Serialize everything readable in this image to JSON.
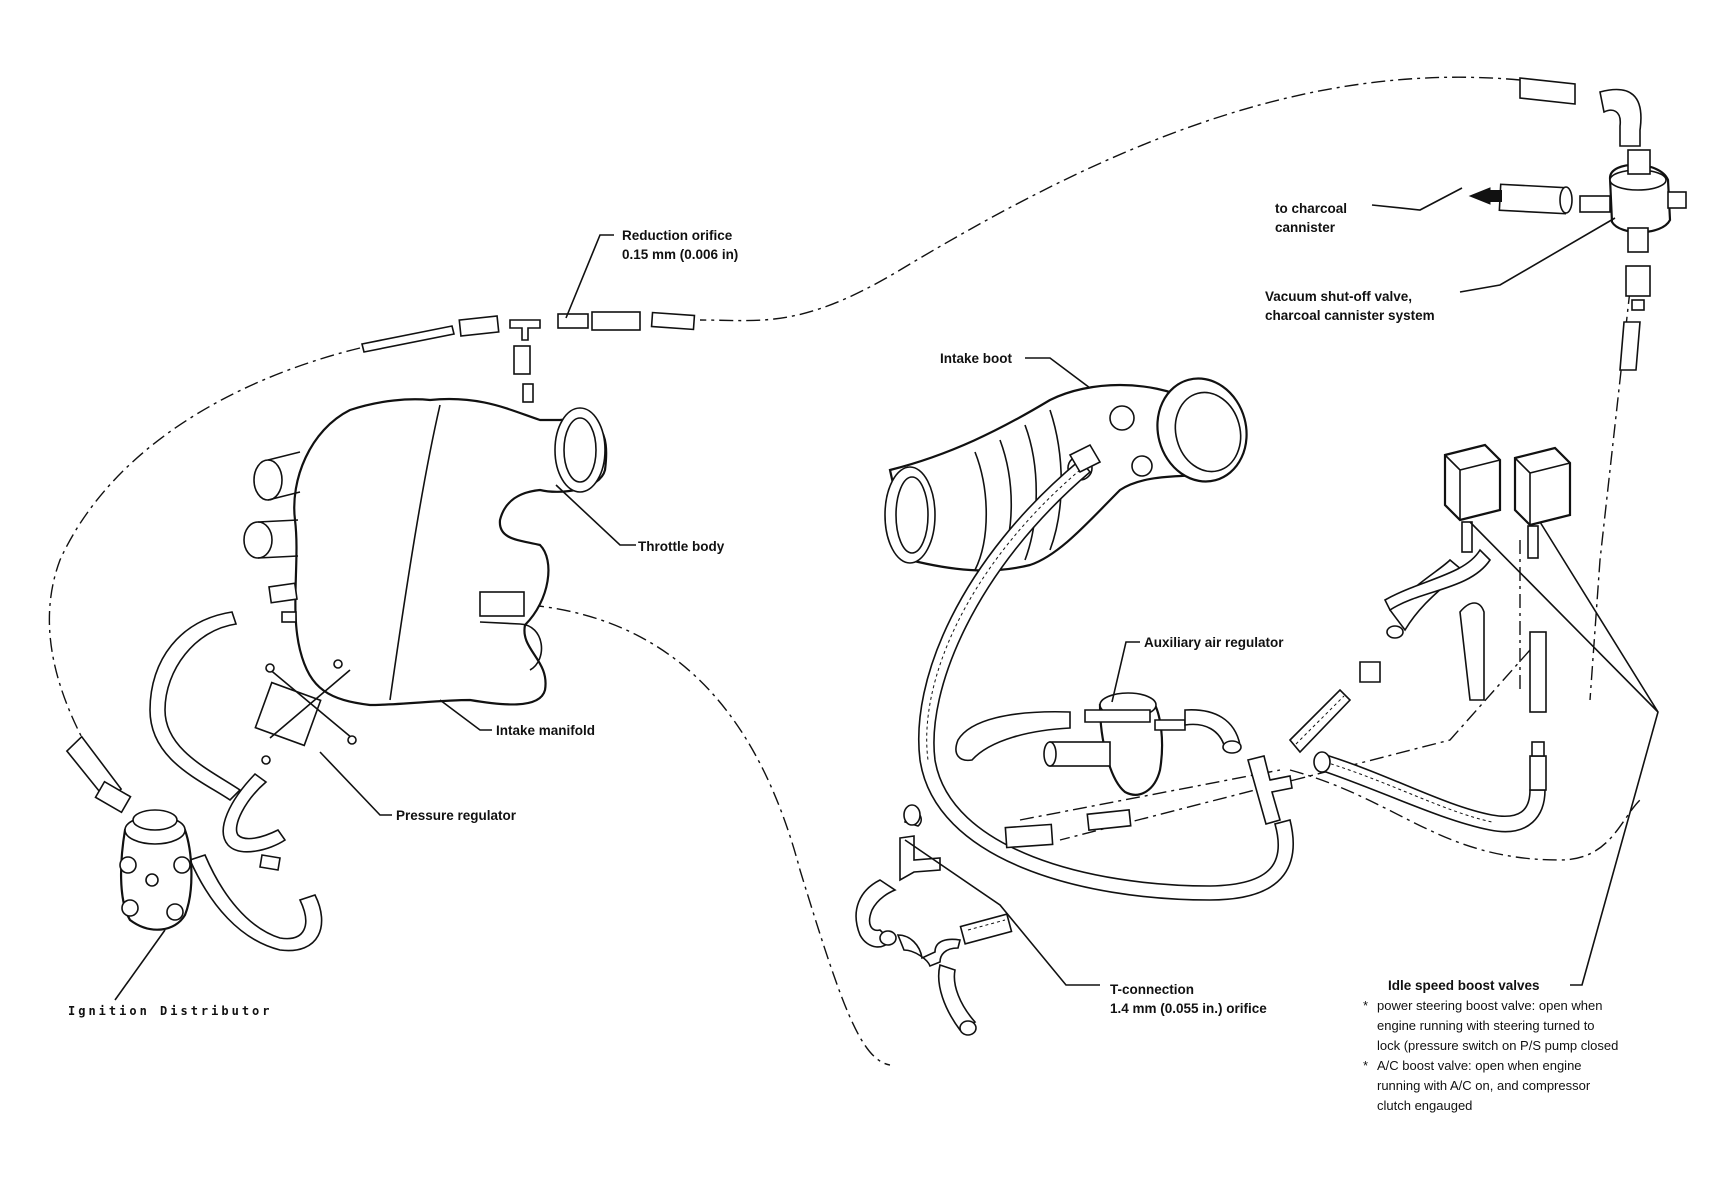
{
  "labels": {
    "reduction_orifice_1": "Reduction orifice",
    "reduction_orifice_2": "0.15 mm (0.006 in)",
    "throttle_body": "Throttle body",
    "intake_manifold": "Intake manifold",
    "pressure_regulator": "Pressure regulator",
    "ignition_distributor": "Ignition Distributor",
    "intake_boot": "Intake boot",
    "auxiliary_air_regulator": "Auxiliary air regulator",
    "t_connection_1": "T-connection",
    "t_connection_2": "1.4 mm (0.055 in.) orifice",
    "charcoal_1": "to charcoal",
    "charcoal_2": "cannister",
    "vacuum_valve_1": "Vacuum shut-off valve,",
    "vacuum_valve_2": "charcoal cannister system",
    "idle_boost": "Idle speed boost valves"
  },
  "notes": {
    "bullet": "*",
    "ps_1": "power steering boost valve: open when",
    "ps_2": "engine running with steering turned to",
    "ps_3": "lock (pressure switch on P/S pump closed",
    "ac_1": "A/C boost valve: open when engine",
    "ac_2": "running with A/C on, and compressor",
    "ac_3": "clutch engauged"
  }
}
